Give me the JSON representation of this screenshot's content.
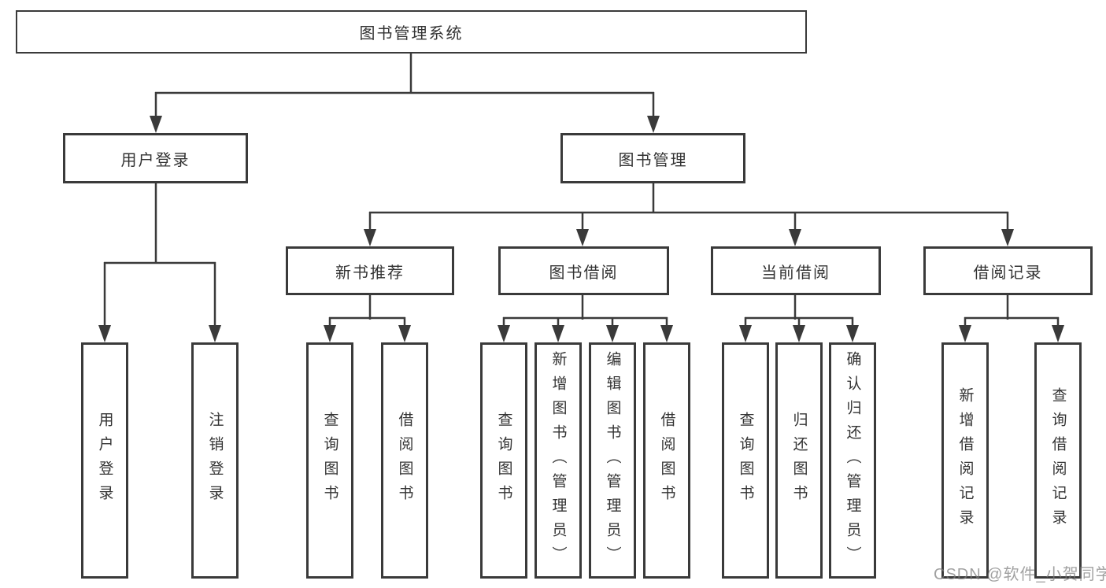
{
  "tree": {
    "root": "图书管理系统",
    "children": [
      {
        "label": "用户登录",
        "children": [
          "用户登录",
          "注销登录"
        ]
      },
      {
        "label": "图书管理",
        "children": [
          {
            "label": "新书推荐",
            "children": [
              "查询图书",
              "借阅图书"
            ]
          },
          {
            "label": "图书借阅",
            "children": [
              "查询图书",
              "新增图书（管理员）",
              "编辑图书（管理员）",
              "借阅图书"
            ]
          },
          {
            "label": "当前借阅",
            "children": [
              "查询图书",
              "归还图书",
              "确认归还（管理员）"
            ]
          },
          {
            "label": "借阅记录",
            "children": [
              "新增借阅记录",
              "查询借阅记录"
            ]
          }
        ]
      }
    ]
  },
  "watermark": "CSDN @软件_小贺同学",
  "colors": {
    "line": "#3a3a3a",
    "text": "#333333",
    "background": "#ffffff",
    "watermark": "#7d7d7d"
  }
}
